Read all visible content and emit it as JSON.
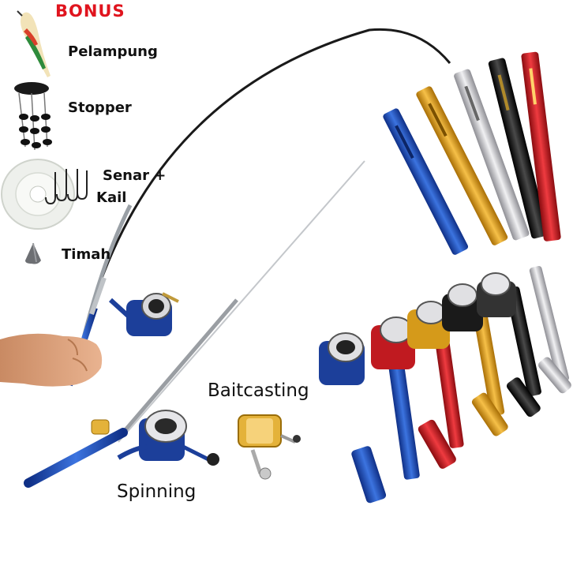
{
  "bonus": {
    "title": "BONUS"
  },
  "accessories": [
    {
      "label": "Pelampung",
      "icon": "float-icon"
    },
    {
      "label": "Stopper",
      "icon": "stopper-icon"
    },
    {
      "label": "Senar +",
      "label2": "Kail",
      "icon": "line-hook-icon"
    },
    {
      "label": "Timah",
      "icon": "sinker-icon"
    }
  ],
  "reel_types": {
    "baitcasting": "Baitcasting",
    "spinning": "Spinning"
  },
  "colors": {
    "bonus_text": "#e0141e",
    "rods": [
      "#1e4fb8",
      "#e2a018",
      "#c8c8cc",
      "#111111",
      "#d11a22"
    ]
  }
}
